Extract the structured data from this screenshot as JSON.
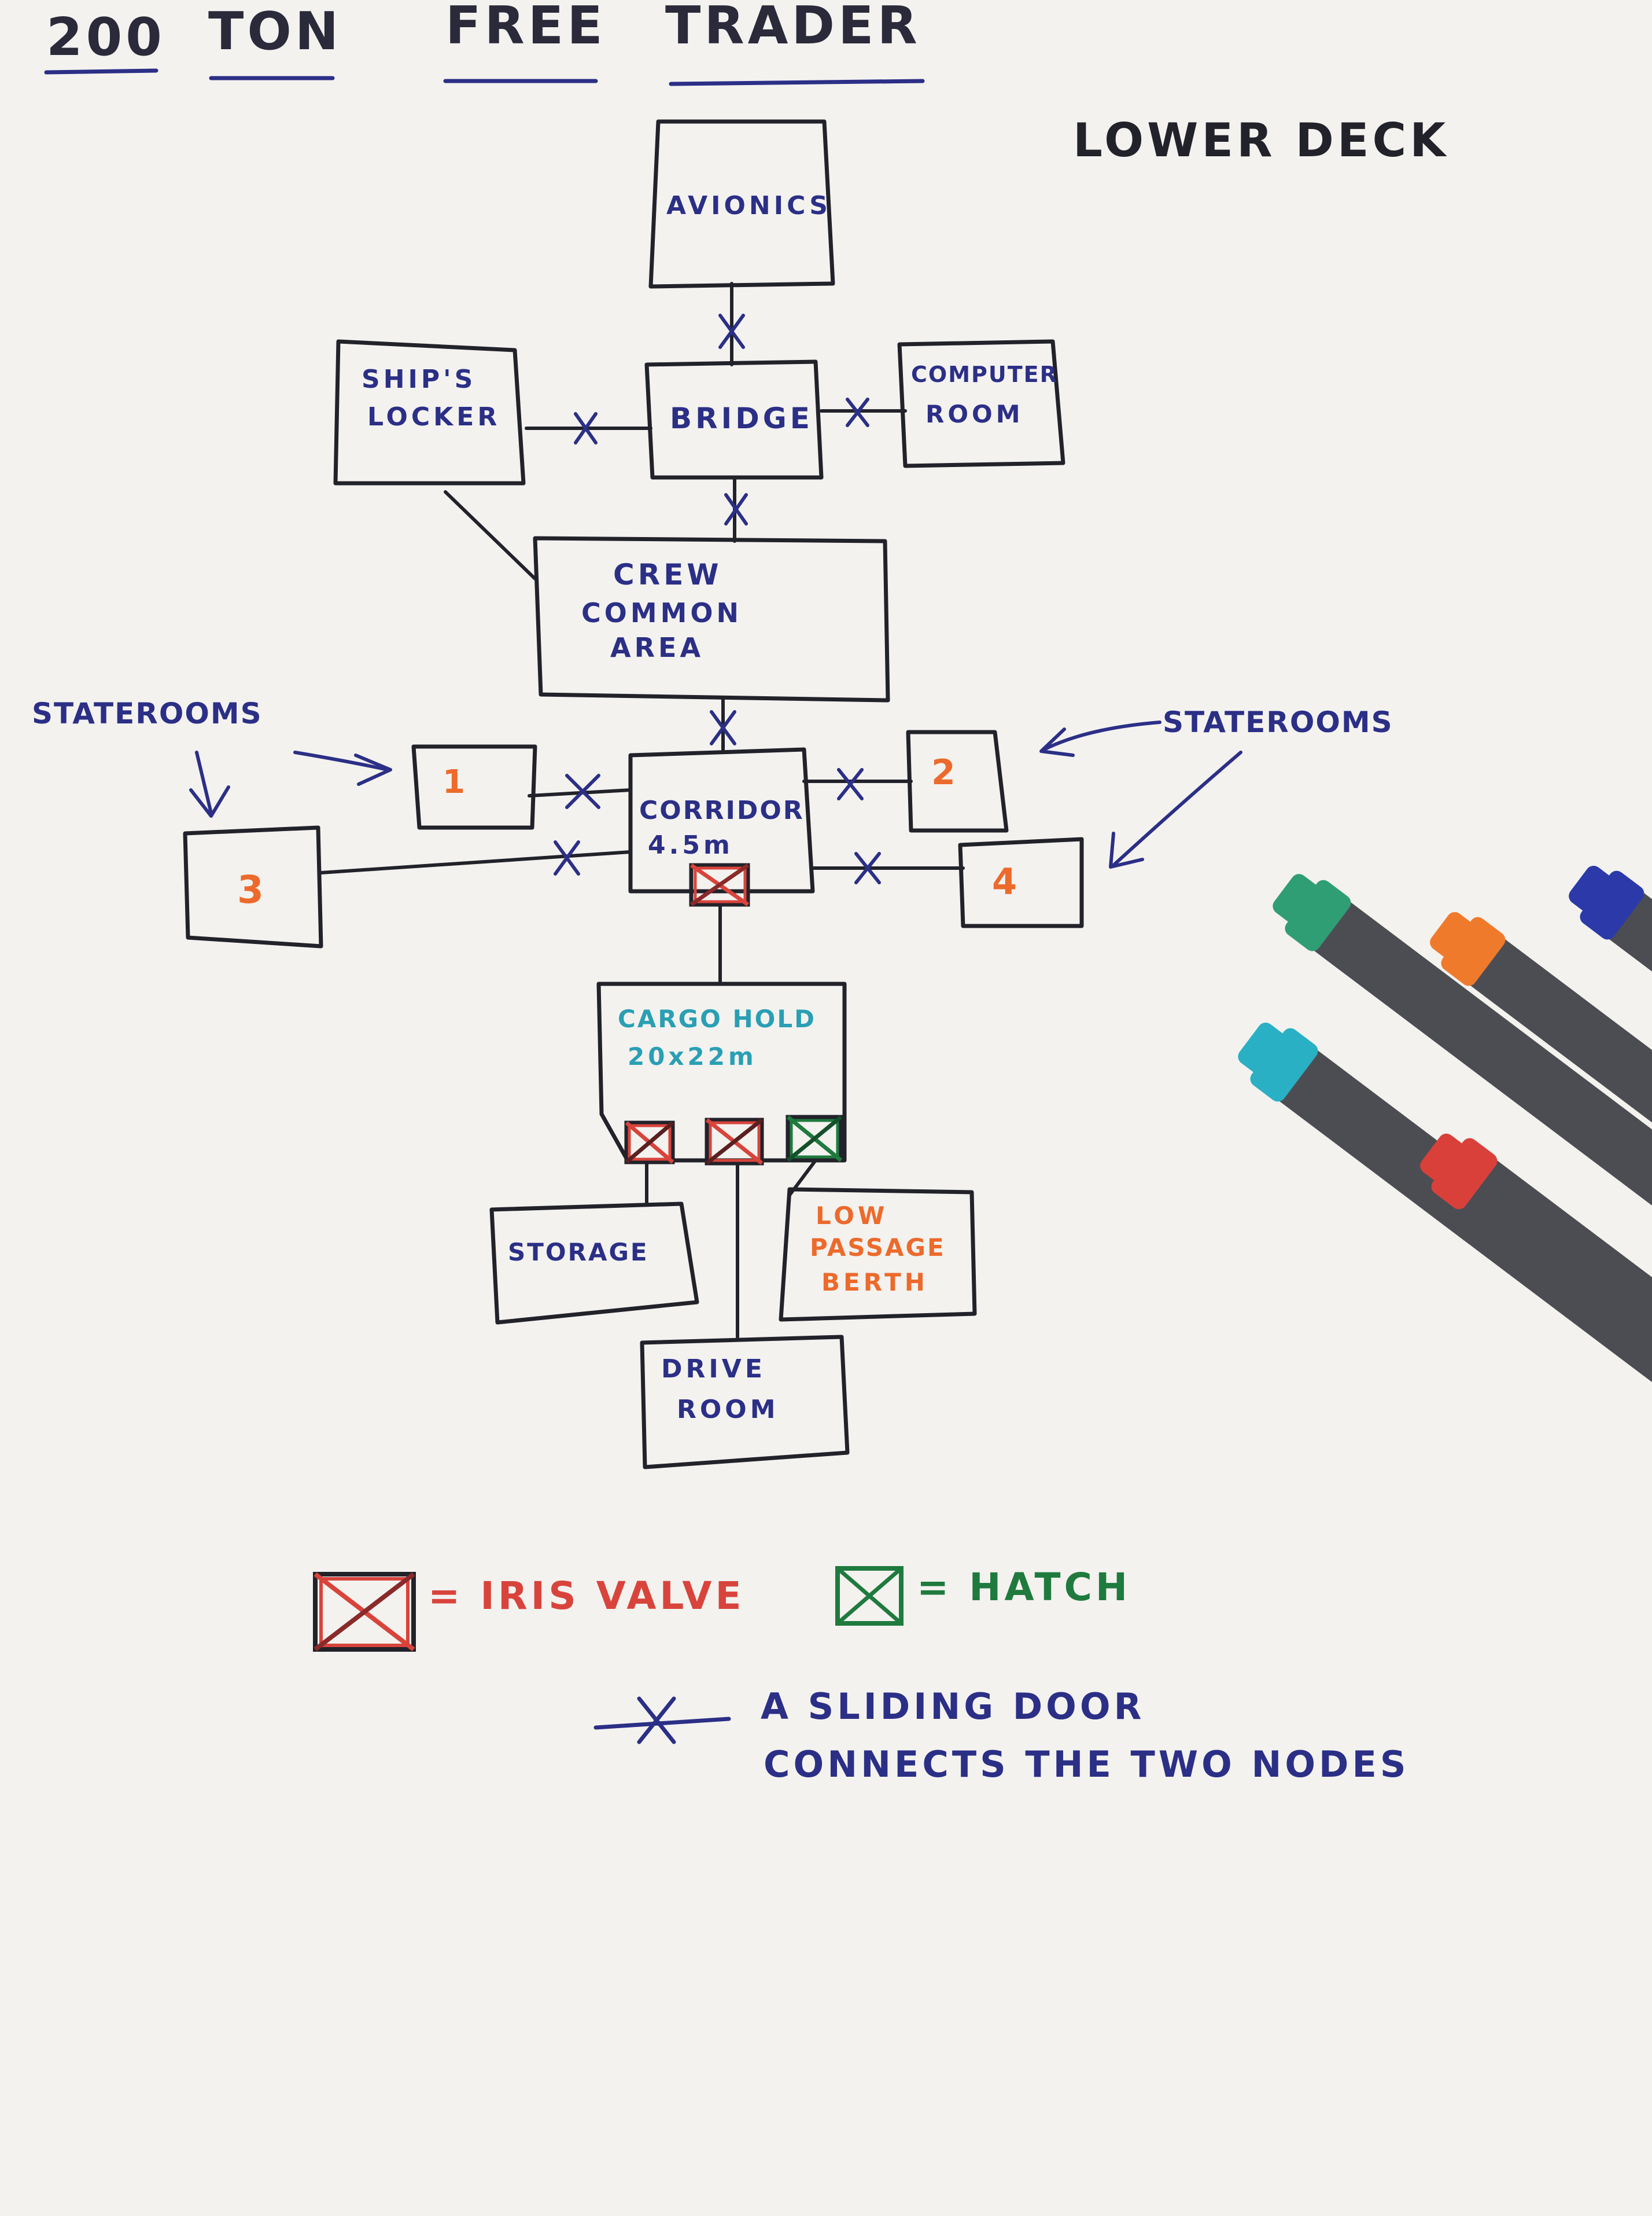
{
  "title": {
    "words": [
      "200",
      "TON",
      "FREE",
      "TRADER"
    ],
    "color": "#2a2a3a"
  },
  "deck_label": "LOWER DECK",
  "rooms": {
    "avionics": "AVIONICS",
    "ships_locker": [
      "SHIP'S",
      "LOCKER"
    ],
    "bridge": "BRIDGE",
    "computer_room": [
      "COMPUTER",
      "ROOM"
    ],
    "crew_common_area": [
      "CREW",
      "COMMON",
      "AREA"
    ],
    "corridor": [
      "CORRIDOR",
      "4.5m"
    ],
    "stateroom_1": "1",
    "stateroom_2": "2",
    "stateroom_3": "3",
    "stateroom_4": "4",
    "cargo_hold": [
      "CARGO HOLD",
      "20x22m"
    ],
    "storage": "STORAGE",
    "low_passage_berth": [
      "LOW",
      "PASSAGE",
      "BERTH"
    ],
    "drive_room": [
      "DRIVE",
      "ROOM"
    ]
  },
  "staterooms_labels": {
    "left": "STATEROOMS",
    "right": "STATEROOMS"
  },
  "legend": {
    "iris_valve": "= IRIS VALVE",
    "hatch": "= HATCH",
    "sliding_door": [
      "A SLIDING DOOR",
      "CONNECTS THE TWO NODES"
    ]
  },
  "colors": {
    "ink_black": "#22222a",
    "ink_blue": "#2b2f86",
    "ink_orange": "#ec6a2c",
    "ink_teal": "#2a9fb4",
    "ink_red": "#d8443c",
    "ink_green": "#1f7a3e",
    "paper": "#f3f2ef"
  },
  "icons": {
    "iris_valve": "iris-valve-icon",
    "hatch": "hatch-icon",
    "sliding_door": "sliding-door-icon"
  }
}
